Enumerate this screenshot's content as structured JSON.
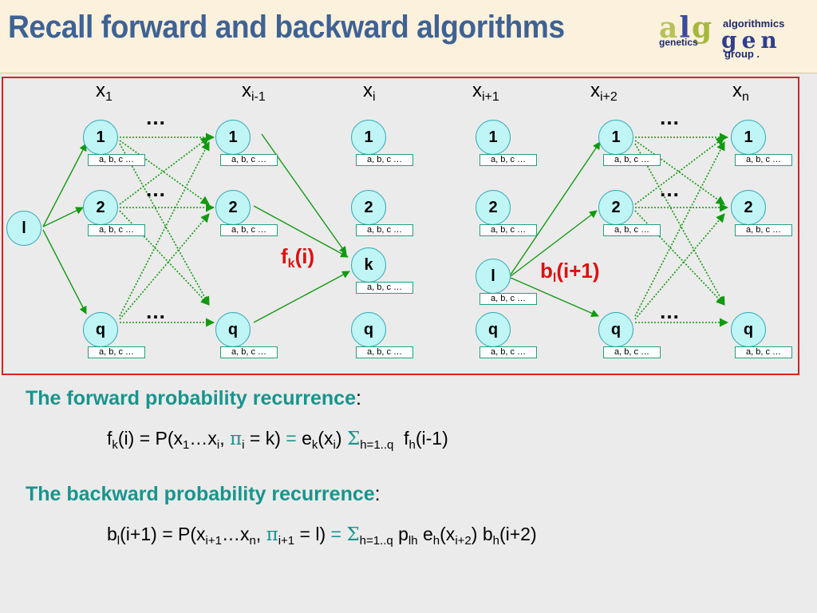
{
  "title": "Recall forward and backward algorithms",
  "logo": {
    "letters_top": [
      "a",
      "l",
      "g"
    ],
    "algorithmics": "algorithmics",
    "genetics": "genetics",
    "letters_bottom": "gen",
    "group": "group ."
  },
  "columns": [
    {
      "id": "x1",
      "label": "x",
      "sub": "1"
    },
    {
      "id": "xim1",
      "label": "x",
      "sub": "i-1"
    },
    {
      "id": "xi",
      "label": "x",
      "sub": "i"
    },
    {
      "id": "xip1",
      "label": "x",
      "sub": "i+1"
    },
    {
      "id": "xip2",
      "label": "x",
      "sub": "i+2"
    },
    {
      "id": "xn",
      "label": "x",
      "sub": "n"
    }
  ],
  "emission_text": "a, b, c …",
  "dots": "…",
  "nodes": {
    "start_left": "l",
    "x1": [
      "1",
      "2",
      "q"
    ],
    "xim1": [
      "1",
      "2",
      "q"
    ],
    "xi": [
      "1",
      "2",
      "k",
      "q"
    ],
    "xip1": [
      "1",
      "2",
      "l",
      "q"
    ],
    "xip2": [
      "1",
      "2",
      "q"
    ],
    "xn": [
      "1",
      "2",
      "q"
    ]
  },
  "annotations": {
    "forward": {
      "f": "f",
      "sub": "k",
      "rest": "(i)"
    },
    "backward": {
      "b": "b",
      "sub": "l",
      "rest": "(i+1)"
    }
  },
  "forward_title": "The forward probability recurrence",
  "backward_title": "The backward probability recurrence",
  "colon": ":",
  "forward_formula": {
    "lhs_f": "f",
    "lhs_sub": "k",
    "lhs_arg": "(i)",
    "eq1": "=",
    "p_open": "P(x",
    "s1": "1",
    "mid": "…x",
    "si": "i",
    "comma": ",",
    "pi": "π",
    "pi_sub": "i",
    "cond": "= k)",
    "eq2": "=",
    "e": "e",
    "e_sub": "k",
    "e_arg_open": "(x",
    "e_arg_sub": "i",
    "e_arg_close": ")",
    "sigma": "Σ",
    "sigma_sub": "h=1..q",
    "f2": "f",
    "f2_sub": "h",
    "f2_arg": "(i-1)"
  },
  "backward_formula": {
    "lhs_b": "b",
    "lhs_sub": "l",
    "lhs_arg": "(i+1)",
    "eq1": "=",
    "p_open": "P(x",
    "s1": "i+1",
    "mid": "…x",
    "sn": "n",
    "comma": ",",
    "pi": "π",
    "pi_sub": "i+1",
    "cond": "= l)",
    "eq2": "=",
    "sigma": "Σ",
    "sigma_sub": "h=1..q",
    "p": "p",
    "p_sub": "lh",
    "e": "e",
    "e_sub": "h",
    "e_arg_open": "(x",
    "e_arg_sub": "i+2",
    "e_arg_close": ")",
    "b2": "b",
    "b2_sub": "h",
    "b2_arg": "(i+2)"
  },
  "colors": {
    "title": "#3e6294",
    "frame": "#e02020",
    "node_fill": "#bff5f5",
    "arrow": "#119a11",
    "red_label": "#e01010",
    "teal": "#16958e"
  }
}
